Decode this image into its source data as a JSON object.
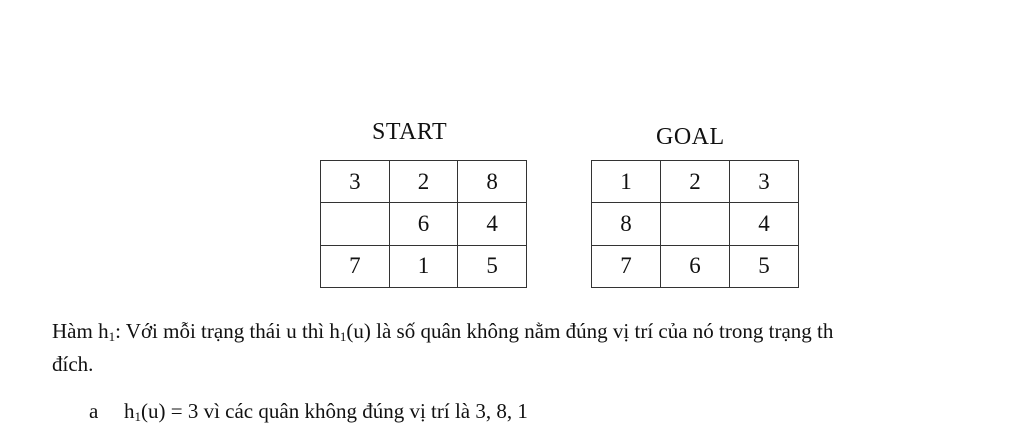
{
  "start": {
    "title": "START",
    "rows": [
      [
        "3",
        "2",
        "8"
      ],
      [
        "",
        "6",
        "4"
      ],
      [
        "7",
        "1",
        "5"
      ]
    ]
  },
  "goal": {
    "title": "GOAL",
    "rows": [
      [
        "1",
        "2",
        "3"
      ],
      [
        "8",
        "",
        "4"
      ],
      [
        "7",
        "6",
        "5"
      ]
    ]
  },
  "paragraph": {
    "lead": "Hàm h",
    "lead_sub": "1",
    "middle": ": Với mỗi trạng thái u thì h",
    "middle_sub": "1",
    "rest": "(u) là số quân không nằm đúng vị trí của nó trong trạng th",
    "line2": "đích."
  },
  "item_a": {
    "marker": "a",
    "h": "h",
    "h_sub": "1",
    "text": "(u) = 3 vì các quân không đúng vị trí là 3, 8, 1"
  }
}
